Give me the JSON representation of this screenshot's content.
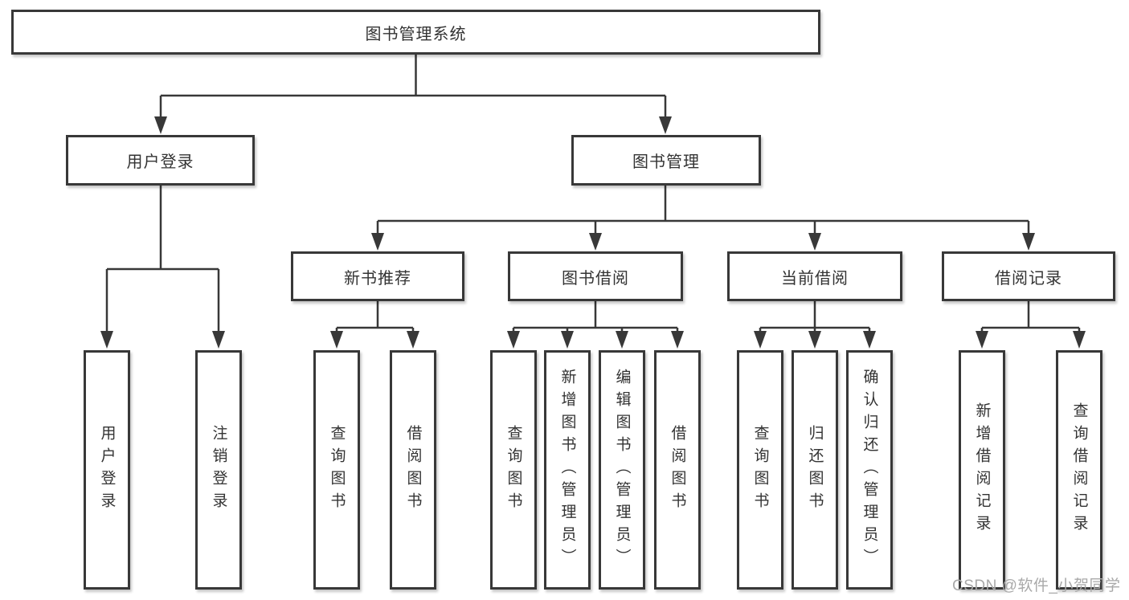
{
  "diagram": {
    "root": {
      "label": "图书管理系统"
    },
    "branches": {
      "user_login": {
        "label": "用户登录",
        "children": [
          {
            "label": "用户登录"
          },
          {
            "label": "注销登录"
          }
        ]
      },
      "book_mgmt": {
        "label": "图书管理",
        "children": {
          "new_book_rec": {
            "label": "新书推荐",
            "children": [
              {
                "label": "查询图书"
              },
              {
                "label": "借阅图书"
              }
            ]
          },
          "book_borrow": {
            "label": "图书借阅",
            "children": [
              {
                "label": "查询图书"
              },
              {
                "label": "新增图书（管理员）"
              },
              {
                "label": "编辑图书（管理员）"
              },
              {
                "label": "借阅图书"
              }
            ]
          },
          "current_borrow": {
            "label": "当前借阅",
            "children": [
              {
                "label": "查询图书"
              },
              {
                "label": "归还图书"
              },
              {
                "label": "确认归还（管理员）"
              }
            ]
          },
          "borrow_records": {
            "label": "借阅记录",
            "children": [
              {
                "label": "新增借阅记录"
              },
              {
                "label": "查询借阅记录"
              }
            ]
          }
        }
      }
    },
    "colors": {
      "line": "#383838",
      "text": "#333333",
      "watermark": "#a9a9a9"
    },
    "watermark": "CSDN @软件_小贺同学"
  }
}
